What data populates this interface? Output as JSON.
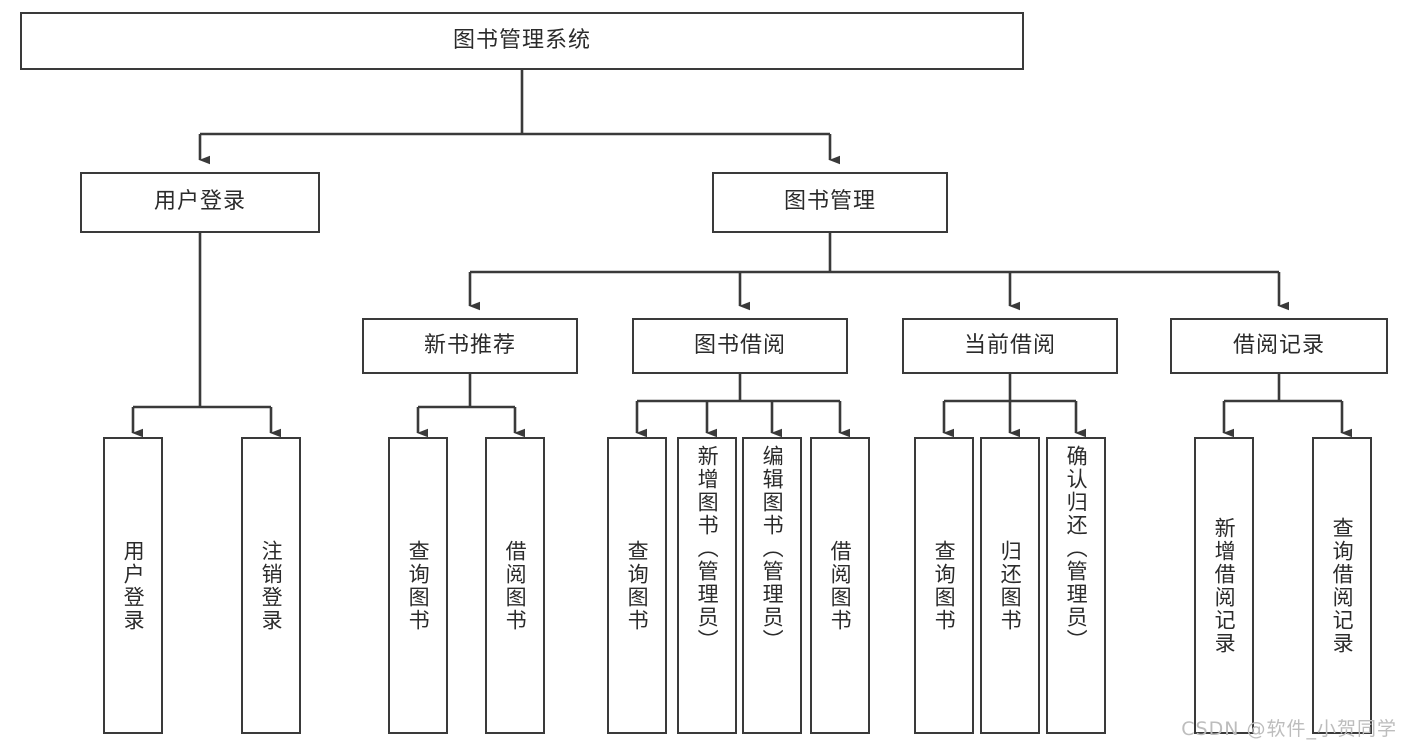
{
  "diagram": {
    "type": "tree",
    "title": "图书管理系统",
    "colors": {
      "stroke": "#3a3a3a",
      "fill": "#ffffff",
      "text": "#2b2b2b",
      "watermark": "#bdbdbd",
      "background": "#ffffff"
    },
    "root": {
      "id": "root",
      "label": "图书管理系统",
      "orientation": "horizontal"
    },
    "level2": [
      {
        "id": "user-login",
        "label": "用户登录",
        "orientation": "horizontal"
      },
      {
        "id": "book-manage",
        "label": "图书管理",
        "orientation": "horizontal"
      }
    ],
    "level3": [
      {
        "id": "new-book-recommend",
        "label": "新书推荐",
        "orientation": "horizontal"
      },
      {
        "id": "book-borrow",
        "label": "图书借阅",
        "orientation": "horizontal"
      },
      {
        "id": "current-borrow",
        "label": "当前借阅",
        "orientation": "horizontal"
      },
      {
        "id": "borrow-record",
        "label": "借阅记录",
        "orientation": "horizontal"
      }
    ],
    "leaves": {
      "user-login": [
        {
          "id": "leaf-user-login",
          "label": "用户登录",
          "orientation": "vertical"
        },
        {
          "id": "leaf-logout",
          "label": "注销登录",
          "orientation": "vertical"
        }
      ],
      "new-book-recommend": [
        {
          "id": "leaf-query-book-1",
          "label": "查询图书",
          "orientation": "vertical"
        },
        {
          "id": "leaf-borrow-book-1",
          "label": "借阅图书",
          "orientation": "vertical"
        }
      ],
      "book-borrow": [
        {
          "id": "leaf-query-book-2",
          "label": "查询图书",
          "orientation": "vertical"
        },
        {
          "id": "leaf-add-book",
          "label": "新增图书（管理员）",
          "orientation": "vertical"
        },
        {
          "id": "leaf-edit-book",
          "label": "编辑图书（管理员）",
          "orientation": "vertical"
        },
        {
          "id": "leaf-borrow-book-2",
          "label": "借阅图书",
          "orientation": "vertical"
        }
      ],
      "current-borrow": [
        {
          "id": "leaf-query-book-3",
          "label": "查询图书",
          "orientation": "vertical"
        },
        {
          "id": "leaf-return-book",
          "label": "归还图书",
          "orientation": "vertical"
        },
        {
          "id": "leaf-confirm-return",
          "label": "确认归还（管理员）",
          "orientation": "vertical"
        }
      ],
      "borrow-record": [
        {
          "id": "leaf-add-record",
          "label": "新增借阅记录",
          "orientation": "vertical"
        },
        {
          "id": "leaf-query-record",
          "label": "查询借阅记录",
          "orientation": "vertical"
        }
      ]
    },
    "watermark": "CSDN @软件_小贺同学"
  }
}
